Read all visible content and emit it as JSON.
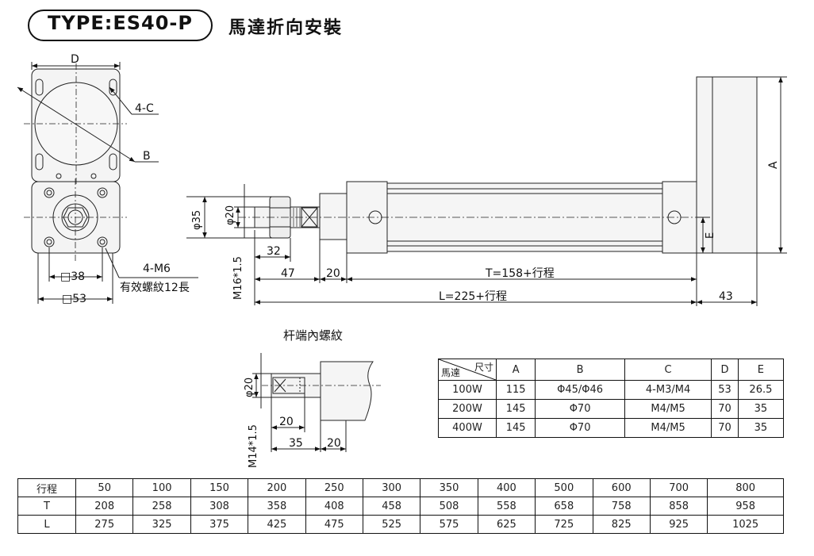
{
  "header": {
    "type_label": "TYPE:ES40-P",
    "title": "馬達折向安裝"
  },
  "front_view": {
    "dim_d": "D",
    "dim_4c": "4-C",
    "dim_b": "B",
    "dim_4m6": "4-M6",
    "dim_thread_len": "有效螺紋12長",
    "dim_38": "□38",
    "dim_53": "□53"
  },
  "side_view": {
    "dim_phi35": "φ35",
    "dim_phi20": "φ20",
    "dim_m16": "M16*1.5",
    "dim_32": "32",
    "dim_47": "47",
    "dim_20": "20",
    "dim_t": "T=158+行程",
    "dim_l": "L=225+行程",
    "dim_43": "43",
    "dim_a": "A",
    "dim_e": "E"
  },
  "rod_end": {
    "title": "杆端內螺紋",
    "dim_phi20": "φ20",
    "dim_m14": "M14*1.5",
    "dim_20a": "20",
    "dim_35": "35",
    "dim_20b": "20"
  },
  "spec_table": {
    "corner_row": "馬達",
    "corner_col": "尺寸",
    "headers": [
      "A",
      "B",
      "C",
      "D",
      "E"
    ],
    "rows": [
      {
        "motor": "100W",
        "a": "115",
        "b": "Φ45/Φ46",
        "c": "4-M3/M4",
        "d": "53",
        "e": "26.5"
      },
      {
        "motor": "200W",
        "a": "145",
        "b": "Φ70",
        "c": "M4/M5",
        "d": "70",
        "e": "35"
      },
      {
        "motor": "400W",
        "a": "145",
        "b": "Φ70",
        "c": "M4/M5",
        "d": "70",
        "e": "35"
      }
    ]
  },
  "stroke_table": {
    "rows": [
      {
        "label": "行程",
        "values": [
          "50",
          "100",
          "150",
          "200",
          "250",
          "300",
          "350",
          "400",
          "500",
          "600",
          "700",
          "800"
        ]
      },
      {
        "label": "T",
        "values": [
          "208",
          "258",
          "308",
          "358",
          "408",
          "458",
          "508",
          "558",
          "658",
          "758",
          "858",
          "958"
        ]
      },
      {
        "label": "L",
        "values": [
          "275",
          "325",
          "375",
          "425",
          "475",
          "525",
          "575",
          "625",
          "725",
          "825",
          "925",
          "1025"
        ]
      }
    ]
  }
}
